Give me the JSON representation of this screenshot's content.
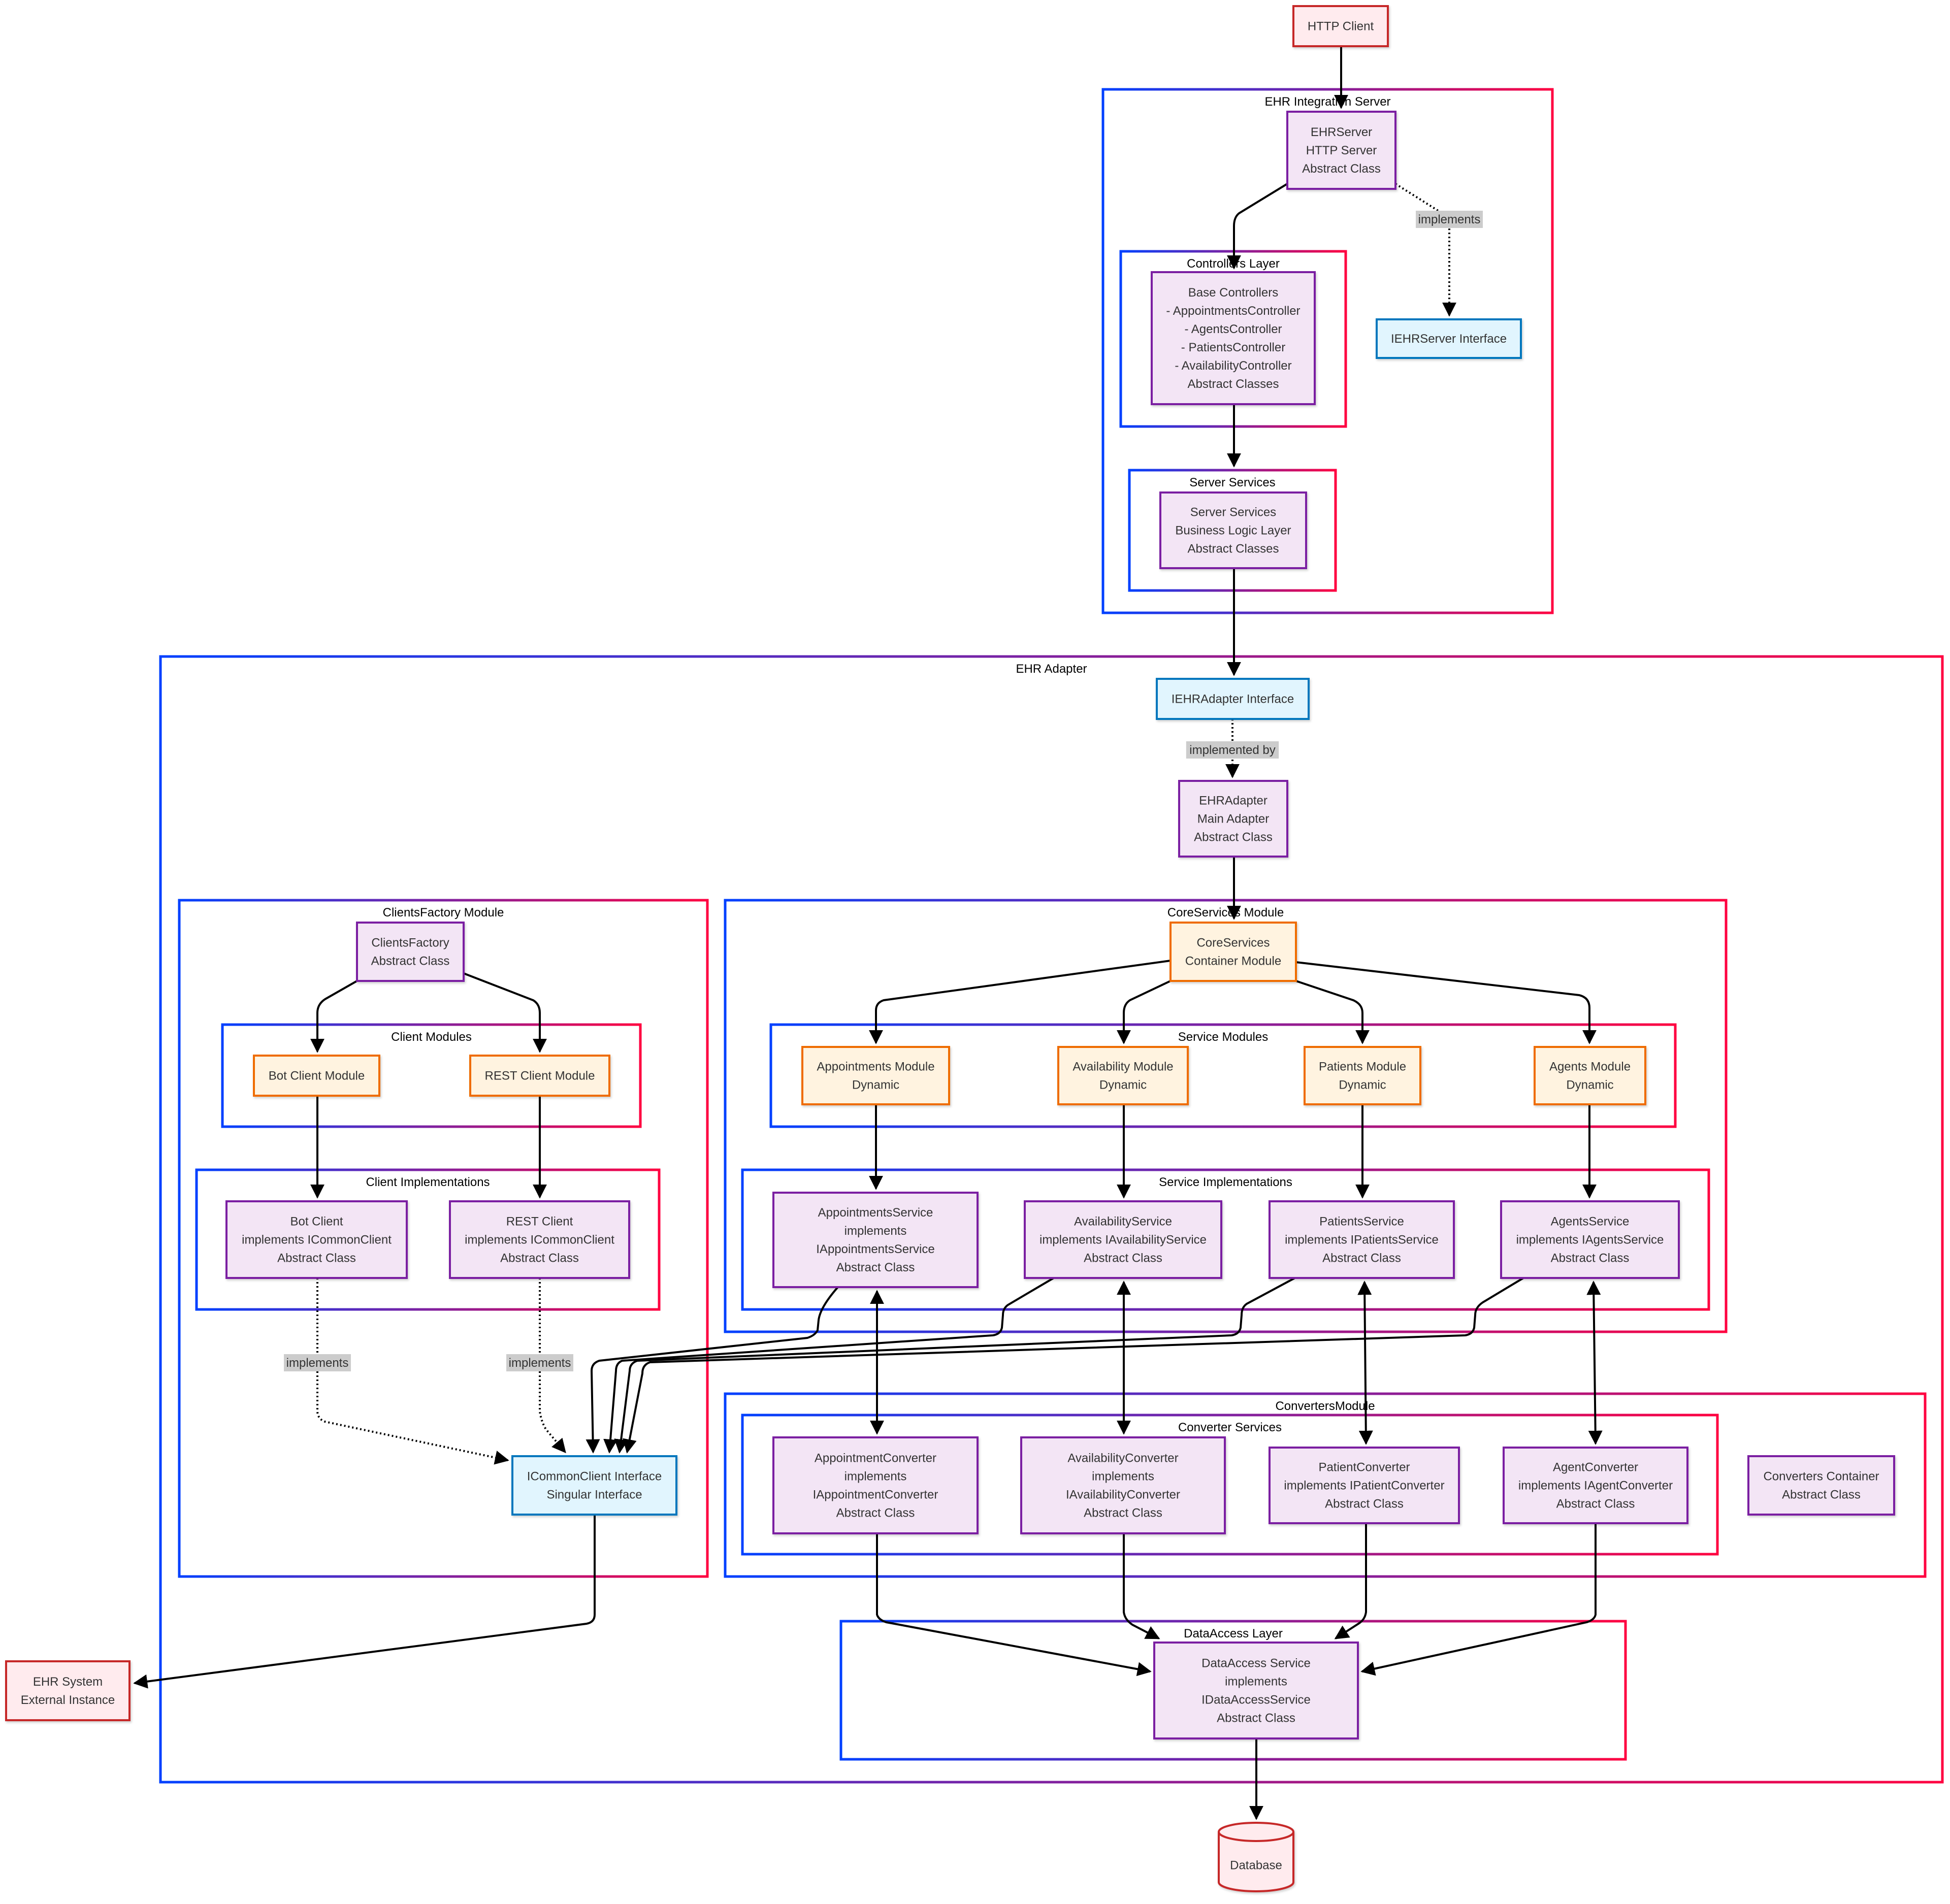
{
  "diagram": {
    "title": "EHR Integration Architecture",
    "colors": {
      "external_fill": "#ffebee",
      "external_stroke": "#c62828",
      "class_fill": "#f3e5f5",
      "class_stroke": "#7b1fa2",
      "interface_fill": "#e1f5fe",
      "interface_stroke": "#0277bd",
      "module_fill": "#fff3e0",
      "module_stroke": "#ef6c00",
      "cluster_gradient_start": "#0040ff",
      "cluster_gradient_end": "#ff0040",
      "edge": "#000000",
      "edge_label_bg": "#cccccc"
    },
    "clusters": [
      {
        "id": "ehr-integration-server",
        "label": "EHR Integration Server"
      },
      {
        "id": "controllers-layer",
        "label": "Controllers Layer"
      },
      {
        "id": "server-services",
        "label": "Server Services"
      },
      {
        "id": "ehr-adapter",
        "label": "EHR Adapter"
      },
      {
        "id": "clientsfactory-module",
        "label": "ClientsFactory Module"
      },
      {
        "id": "client-modules",
        "label": "Client Modules"
      },
      {
        "id": "client-implementations",
        "label": "Client Implementations"
      },
      {
        "id": "coreservices-module",
        "label": "CoreServices Module"
      },
      {
        "id": "service-modules",
        "label": "Service Modules"
      },
      {
        "id": "service-implementations",
        "label": "Service Implementations"
      },
      {
        "id": "converters-module",
        "label": "ConvertersModule"
      },
      {
        "id": "converter-services",
        "label": "Converter Services"
      },
      {
        "id": "dataaccess-layer",
        "label": "DataAccess Layer"
      }
    ],
    "nodes": [
      {
        "id": "http-client",
        "kind": "external",
        "lines": [
          "HTTP Client"
        ]
      },
      {
        "id": "ehrserver",
        "kind": "class",
        "lines": [
          "EHRServer",
          "HTTP Server",
          "Abstract Class"
        ]
      },
      {
        "id": "iehrserver-interface",
        "kind": "interface",
        "lines": [
          "IEHRServer Interface"
        ]
      },
      {
        "id": "base-controllers",
        "kind": "class",
        "lines": [
          "Base Controllers",
          "- AppointmentsController",
          "- AgentsController",
          "- PatientsController",
          "- AvailabilityController",
          "Abstract Classes"
        ]
      },
      {
        "id": "server-services-node",
        "kind": "class",
        "lines": [
          "Server Services",
          "Business Logic Layer",
          "Abstract Classes"
        ]
      },
      {
        "id": "iehradapter-interface",
        "kind": "interface",
        "lines": [
          "IEHRAdapter Interface"
        ]
      },
      {
        "id": "ehradapter",
        "kind": "class",
        "lines": [
          "EHRAdapter",
          "Main Adapter",
          "Abstract Class"
        ]
      },
      {
        "id": "clientsfactory",
        "kind": "class",
        "lines": [
          "ClientsFactory",
          "Abstract Class"
        ]
      },
      {
        "id": "bot-client-module",
        "kind": "module",
        "lines": [
          "Bot Client Module"
        ]
      },
      {
        "id": "rest-client-module",
        "kind": "module",
        "lines": [
          "REST Client Module"
        ]
      },
      {
        "id": "bot-client",
        "kind": "class",
        "lines": [
          "Bot Client",
          "implements ICommonClient",
          "Abstract Class"
        ]
      },
      {
        "id": "rest-client",
        "kind": "class",
        "lines": [
          "REST Client",
          "implements ICommonClient",
          "Abstract Class"
        ]
      },
      {
        "id": "icommonclient-interface",
        "kind": "interface",
        "lines": [
          "ICommonClient Interface",
          "Singular Interface"
        ]
      },
      {
        "id": "coreservices",
        "kind": "module",
        "lines": [
          "CoreServices",
          "Container Module"
        ]
      },
      {
        "id": "appointments-module",
        "kind": "module",
        "lines": [
          "Appointments Module",
          "Dynamic"
        ]
      },
      {
        "id": "availability-module",
        "kind": "module",
        "lines": [
          "Availability Module",
          "Dynamic"
        ]
      },
      {
        "id": "patients-module",
        "kind": "module",
        "lines": [
          "Patients Module",
          "Dynamic"
        ]
      },
      {
        "id": "agents-module",
        "kind": "module",
        "lines": [
          "Agents Module",
          "Dynamic"
        ]
      },
      {
        "id": "appointments-service",
        "kind": "class",
        "lines": [
          "AppointmentsService",
          "implements",
          "IAppointmentsService",
          "Abstract Class"
        ]
      },
      {
        "id": "availability-service",
        "kind": "class",
        "lines": [
          "AvailabilityService",
          "implements IAvailabilityService",
          "Abstract Class"
        ]
      },
      {
        "id": "patients-service",
        "kind": "class",
        "lines": [
          "PatientsService",
          "implements IPatientsService",
          "Abstract Class"
        ]
      },
      {
        "id": "agents-service",
        "kind": "class",
        "lines": [
          "AgentsService",
          "implements IAgentsService",
          "Abstract Class"
        ]
      },
      {
        "id": "appointment-converter",
        "kind": "class",
        "lines": [
          "AppointmentConverter",
          "implements",
          "IAppointmentConverter",
          "Abstract Class"
        ]
      },
      {
        "id": "availability-converter",
        "kind": "class",
        "lines": [
          "AvailabilityConverter",
          "implements",
          "IAvailabilityConverter",
          "Abstract Class"
        ]
      },
      {
        "id": "patient-converter",
        "kind": "class",
        "lines": [
          "PatientConverter",
          "implements IPatientConverter",
          "Abstract Class"
        ]
      },
      {
        "id": "agent-converter",
        "kind": "class",
        "lines": [
          "AgentConverter",
          "implements IAgentConverter",
          "Abstract Class"
        ]
      },
      {
        "id": "converters-container",
        "kind": "class",
        "lines": [
          "Converters Container",
          "Abstract Class"
        ]
      },
      {
        "id": "dataaccess-service",
        "kind": "class",
        "lines": [
          "DataAccess Service",
          "implements",
          "IDataAccessService",
          "Abstract Class"
        ]
      },
      {
        "id": "ehr-system",
        "kind": "external",
        "lines": [
          "EHR System",
          "External Instance"
        ]
      },
      {
        "id": "database",
        "kind": "database",
        "lines": [
          "Database"
        ]
      }
    ],
    "edges": [
      {
        "from": "http-client",
        "to": "ehrserver",
        "style": "solid"
      },
      {
        "from": "ehrserver",
        "to": "base-controllers",
        "style": "solid"
      },
      {
        "from": "ehrserver",
        "to": "iehrserver-interface",
        "style": "dotted",
        "label": "implements"
      },
      {
        "from": "base-controllers",
        "to": "server-services-node",
        "style": "solid"
      },
      {
        "from": "server-services-node",
        "to": "iehradapter-interface",
        "style": "solid"
      },
      {
        "from": "iehradapter-interface",
        "to": "ehradapter",
        "style": "dotted",
        "label": "implemented by"
      },
      {
        "from": "ehradapter",
        "to": "coreservices",
        "style": "solid"
      },
      {
        "from": "clientsfactory",
        "to": "bot-client-module",
        "style": "solid"
      },
      {
        "from": "clientsfactory",
        "to": "rest-client-module",
        "style": "solid"
      },
      {
        "from": "bot-client-module",
        "to": "bot-client",
        "style": "solid"
      },
      {
        "from": "rest-client-module",
        "to": "rest-client",
        "style": "solid"
      },
      {
        "from": "bot-client",
        "to": "icommonclient-interface",
        "style": "dotted",
        "label": "implements"
      },
      {
        "from": "rest-client",
        "to": "icommonclient-interface",
        "style": "dotted",
        "label": "implements"
      },
      {
        "from": "coreservices",
        "to": "appointments-module",
        "style": "solid"
      },
      {
        "from": "coreservices",
        "to": "availability-module",
        "style": "solid"
      },
      {
        "from": "coreservices",
        "to": "patients-module",
        "style": "solid"
      },
      {
        "from": "coreservices",
        "to": "agents-module",
        "style": "solid"
      },
      {
        "from": "appointments-module",
        "to": "appointments-service",
        "style": "solid"
      },
      {
        "from": "availability-module",
        "to": "availability-service",
        "style": "solid"
      },
      {
        "from": "patients-module",
        "to": "patients-service",
        "style": "solid"
      },
      {
        "from": "agents-module",
        "to": "agents-service",
        "style": "solid"
      },
      {
        "from": "appointments-service",
        "to": "icommonclient-interface",
        "style": "solid"
      },
      {
        "from": "availability-service",
        "to": "icommonclient-interface",
        "style": "solid"
      },
      {
        "from": "patients-service",
        "to": "icommonclient-interface",
        "style": "solid"
      },
      {
        "from": "agents-service",
        "to": "icommonclient-interface",
        "style": "solid"
      },
      {
        "from": "appointments-service",
        "to": "appointment-converter",
        "style": "solid",
        "bidirectional": true
      },
      {
        "from": "availability-service",
        "to": "availability-converter",
        "style": "solid",
        "bidirectional": true
      },
      {
        "from": "patients-service",
        "to": "patient-converter",
        "style": "solid",
        "bidirectional": true
      },
      {
        "from": "agents-service",
        "to": "agent-converter",
        "style": "solid",
        "bidirectional": true
      },
      {
        "from": "appointment-converter",
        "to": "dataaccess-service",
        "style": "solid"
      },
      {
        "from": "availability-converter",
        "to": "dataaccess-service",
        "style": "solid"
      },
      {
        "from": "patient-converter",
        "to": "dataaccess-service",
        "style": "solid"
      },
      {
        "from": "agent-converter",
        "to": "dataaccess-service",
        "style": "solid"
      },
      {
        "from": "icommonclient-interface",
        "to": "ehr-system",
        "style": "solid"
      },
      {
        "from": "dataaccess-service",
        "to": "database",
        "style": "solid"
      }
    ]
  }
}
